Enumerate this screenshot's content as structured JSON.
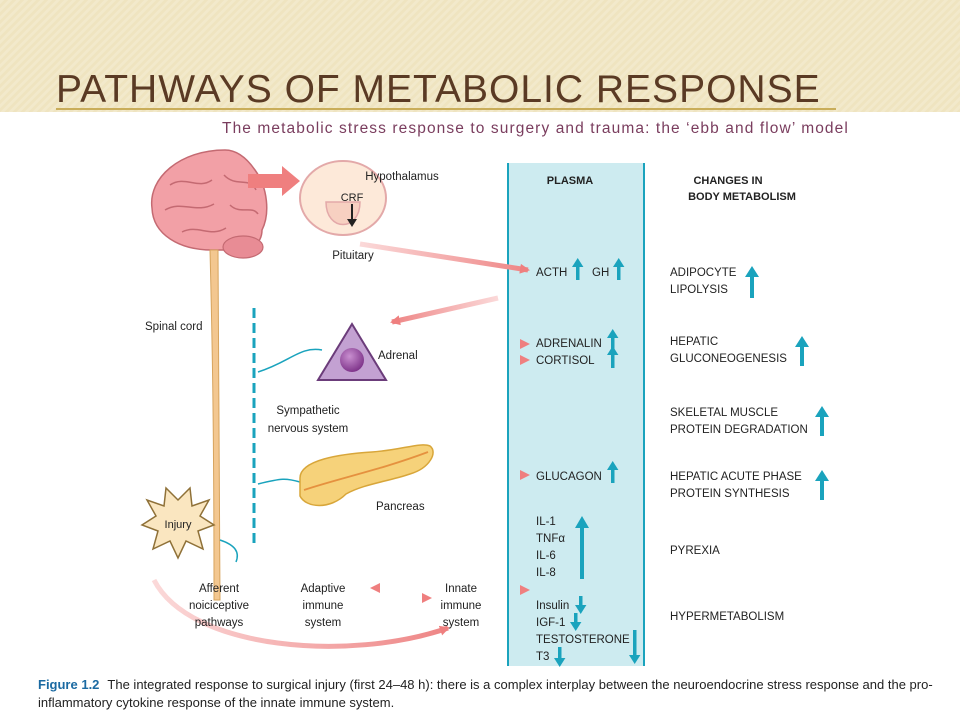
{
  "slide": {
    "title": "PATHWAYS OF METABOLIC RESPONSE"
  },
  "figure": {
    "subtitle": "The metabolic stress response to surgery and trauma: the ‘ebb and flow’ model",
    "caption_label": "Figure 1.2",
    "caption_text": "The integrated response to surgical injury (first 24–48 h): there is a complex interplay between the neuroendocrine stress response and the pro-inflammatory cytokine response of the innate immune system."
  },
  "labels": {
    "hypothalamus": "Hypothalamus",
    "crf": "CRF",
    "pituitary": "Pituitary",
    "spinal_cord": "Spinal cord",
    "adrenal": "Adrenal",
    "sympathetic_1": "Sympathetic",
    "sympathetic_2": "nervous system",
    "pancreas": "Pancreas",
    "injury": "Injury",
    "afferent_1": "Afferent",
    "afferent_2": "noiciceptive",
    "afferent_3": "pathways",
    "adaptive_1": "Adaptive",
    "adaptive_2": "immune",
    "adaptive_3": "system",
    "innate_1": "Innate",
    "innate_2": "immune",
    "innate_3": "system"
  },
  "plasma": {
    "header": "PLASMA",
    "acth": "ACTH",
    "gh": "GH",
    "adrenalin": "ADRENALIN",
    "cortisol": "CORTISOL",
    "glucagon": "GLUCAGON",
    "il1": "IL-1",
    "tnf": "TNFα",
    "il6": "IL-6",
    "il8": "IL-8",
    "insulin": "Insulin",
    "igf1": "IGF-1",
    "testosterone": "TESTOSTERONE",
    "t3": "T3"
  },
  "metabolism": {
    "header_1": "CHANGES IN",
    "header_2": "BODY METABOLISM",
    "adipocyte_1": "ADIPOCYTE",
    "adipocyte_2": "LIPOLYSIS",
    "hepatic_1": "HEPATIC",
    "hepatic_2": "GLUCONEOGENESIS",
    "skeletal_1": "SKELETAL MUSCLE",
    "skeletal_2": "PROTEIN DEGRADATION",
    "acute_1": "HEPATIC ACUTE PHASE",
    "acute_2": "PROTEIN SYNTHESIS",
    "pyrexia": "PYREXIA",
    "hyper": "HYPERMETABOLISM"
  },
  "colors": {
    "accent_teal": "#1aa3bd",
    "arrow_pink": "#ef8d8d",
    "plasma_band": "#cdebf0",
    "title_brown": "#5a3a24"
  }
}
